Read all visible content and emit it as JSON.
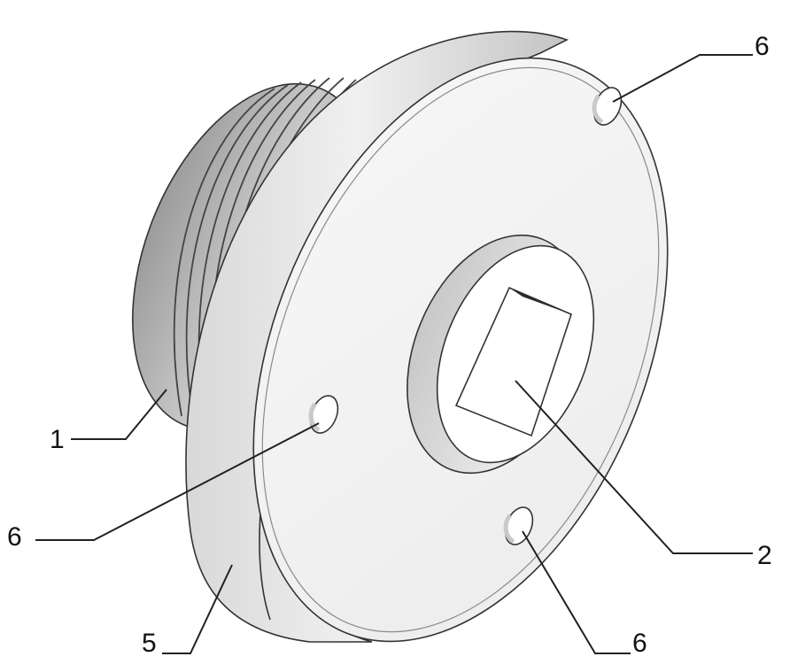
{
  "figure": {
    "callouts": [
      {
        "id": "thread",
        "label": "1"
      },
      {
        "id": "square-hole",
        "label": "2"
      },
      {
        "id": "flange-rim",
        "label": "5"
      },
      {
        "id": "hole-top",
        "label": "6"
      },
      {
        "id": "hole-left",
        "label": "6"
      },
      {
        "id": "hole-bottom",
        "label": "6"
      }
    ]
  },
  "colors": {
    "face": "#f2f2f2",
    "rim_light": "#e4e4e4",
    "rim_dark": "#bdbdbd",
    "thread": "#a9a9a9",
    "outline": "#333333"
  }
}
